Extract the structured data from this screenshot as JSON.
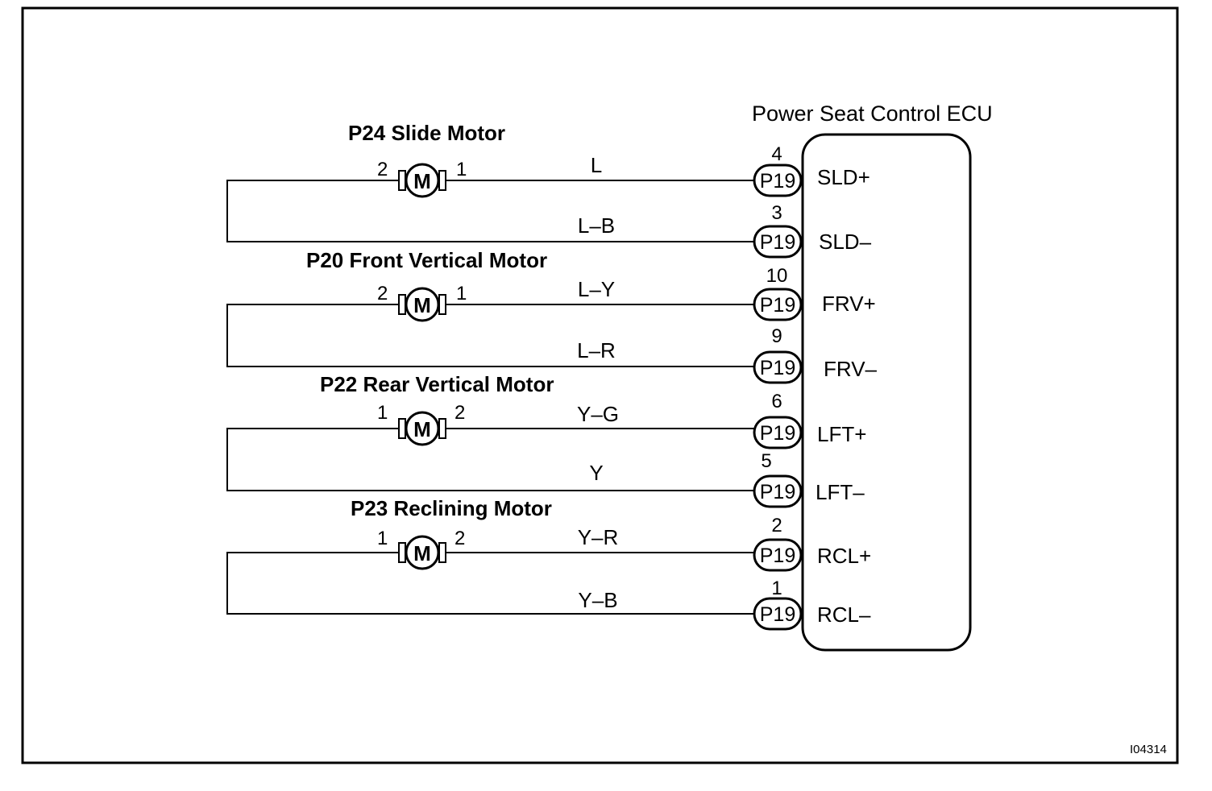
{
  "ecu": {
    "title": "Power Seat Control ECU",
    "terminals": [
      {
        "connector": "P19",
        "pin": "4",
        "name": "SLD+",
        "wire": "L"
      },
      {
        "connector": "P19",
        "pin": "3",
        "name": "SLD–",
        "wire": "L–B"
      },
      {
        "connector": "P19",
        "pin": "10",
        "name": "FRV+",
        "wire": "L–Y"
      },
      {
        "connector": "P19",
        "pin": "9",
        "name": "FRV–",
        "wire": "L–R"
      },
      {
        "connector": "P19",
        "pin": "6",
        "name": "LFT+",
        "wire": "Y–G"
      },
      {
        "connector": "P19",
        "pin": "5",
        "name": "LFT–",
        "wire": "Y"
      },
      {
        "connector": "P19",
        "pin": "2",
        "name": "RCL+",
        "wire": "Y–R"
      },
      {
        "connector": "P19",
        "pin": "1",
        "name": "RCL–",
        "wire": "Y–B"
      }
    ]
  },
  "motors": [
    {
      "title": "P24 Slide Motor",
      "symbol": "M",
      "left_pin": "2",
      "right_pin": "1"
    },
    {
      "title": "P20 Front Vertical Motor",
      "symbol": "M",
      "left_pin": "2",
      "right_pin": "1"
    },
    {
      "title": "P22 Rear Vertical Motor",
      "symbol": "M",
      "left_pin": "1",
      "right_pin": "2"
    },
    {
      "title": "P23 Reclining Motor",
      "symbol": "M",
      "left_pin": "1",
      "right_pin": "2"
    }
  ],
  "figure_code": "I04314"
}
